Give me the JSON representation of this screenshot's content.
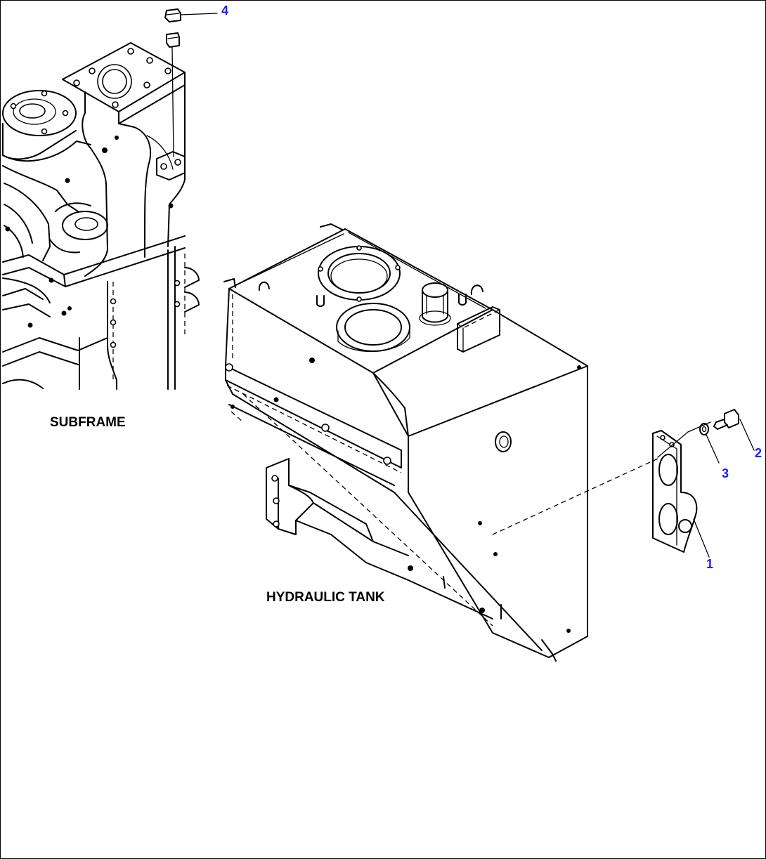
{
  "labels": {
    "subframe": "SUBFRAME",
    "hydraulic_tank": "HYDRAULIC TANK"
  },
  "callouts": [
    {
      "id": "1",
      "text": "1"
    },
    {
      "id": "2",
      "text": "2"
    },
    {
      "id": "3",
      "text": "3"
    },
    {
      "id": "4",
      "text": "4"
    }
  ],
  "colors": {
    "callout": "#1a1aff",
    "line": "#000000",
    "background": "#ffffff"
  }
}
